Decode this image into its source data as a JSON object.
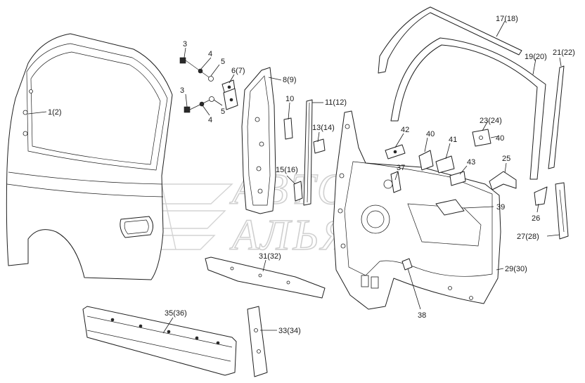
{
  "watermark": {
    "line1": "ABTO",
    "line2": "АЛЬЯНС"
  },
  "callouts": [
    {
      "key": "1_2",
      "text": "1(2)"
    },
    {
      "key": "3a",
      "text": "3"
    },
    {
      "key": "4a",
      "text": "4"
    },
    {
      "key": "5a",
      "text": "5"
    },
    {
      "key": "6_7",
      "text": "6(7)"
    },
    {
      "key": "3b",
      "text": "3"
    },
    {
      "key": "4b",
      "text": "4"
    },
    {
      "key": "5b",
      "text": "5"
    },
    {
      "key": "8_9",
      "text": "8(9)"
    },
    {
      "key": "10",
      "text": "10"
    },
    {
      "key": "11_12",
      "text": "11(12)"
    },
    {
      "key": "13_14",
      "text": "13(14)"
    },
    {
      "key": "15_16",
      "text": "15(16)"
    },
    {
      "key": "17_18",
      "text": "17(18)"
    },
    {
      "key": "19_20",
      "text": "19(20)"
    },
    {
      "key": "21_22",
      "text": "21(22)"
    },
    {
      "key": "23_24",
      "text": "23(24)"
    },
    {
      "key": "25",
      "text": "25"
    },
    {
      "key": "26",
      "text": "26"
    },
    {
      "key": "27_28",
      "text": "27(28)"
    },
    {
      "key": "29_30",
      "text": "29(30)"
    },
    {
      "key": "31_32",
      "text": "31(32)"
    },
    {
      "key": "33_34",
      "text": "33(34)"
    },
    {
      "key": "35_36",
      "text": "35(36)"
    },
    {
      "key": "37",
      "text": "37"
    },
    {
      "key": "38",
      "text": "38"
    },
    {
      "key": "39",
      "text": "39"
    },
    {
      "key": "40a",
      "text": "40"
    },
    {
      "key": "40b",
      "text": "40"
    },
    {
      "key": "41",
      "text": "41"
    },
    {
      "key": "42",
      "text": "42"
    },
    {
      "key": "43",
      "text": "43"
    }
  ]
}
